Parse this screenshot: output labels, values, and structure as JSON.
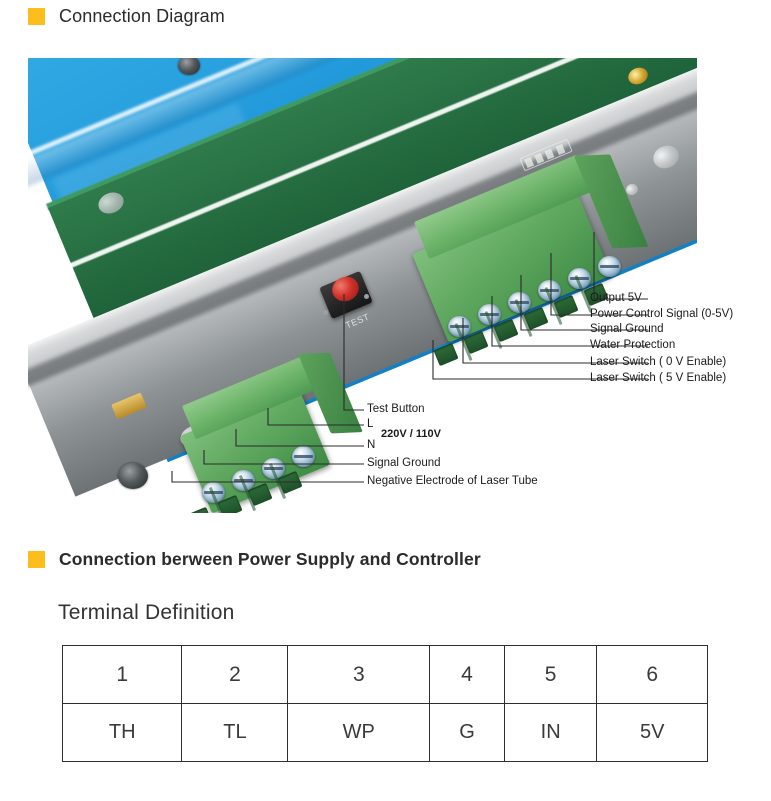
{
  "sections": {
    "connection_diagram": {
      "bullet_color": "#FDBE1D",
      "title": "Connection Diagram"
    },
    "connection_between": {
      "bullet_color": "#FDBE1D",
      "title": "Connection berween Power Supply and Controller"
    }
  },
  "subheading": "Terminal Definition",
  "photo": {
    "silkscreen_label": "TEST",
    "description": "laser power supply board with green terminal blocks"
  },
  "callouts_right": [
    {
      "label": "Output 5V"
    },
    {
      "label": "Power Control Signal (0-5V)"
    },
    {
      "label": "Signal Ground"
    },
    {
      "label": "Water Protection"
    },
    {
      "label": "Laser Switch ( 0 V Enable)"
    },
    {
      "label": "Laser Switch ( 5 V Enable)"
    }
  ],
  "callouts_left": [
    {
      "label": "Test Button"
    },
    {
      "label": "L"
    },
    {
      "label": "N"
    },
    {
      "label": "220V / 110V"
    },
    {
      "label": "Signal Ground"
    },
    {
      "label": "Negative Electrode of Laser Tube"
    }
  ],
  "terminal_table": {
    "numbers": [
      "1",
      "2",
      "3",
      "4",
      "5",
      "6"
    ],
    "labels": [
      "TH",
      "TL",
      "WP",
      "G",
      "IN",
      "5V"
    ]
  }
}
